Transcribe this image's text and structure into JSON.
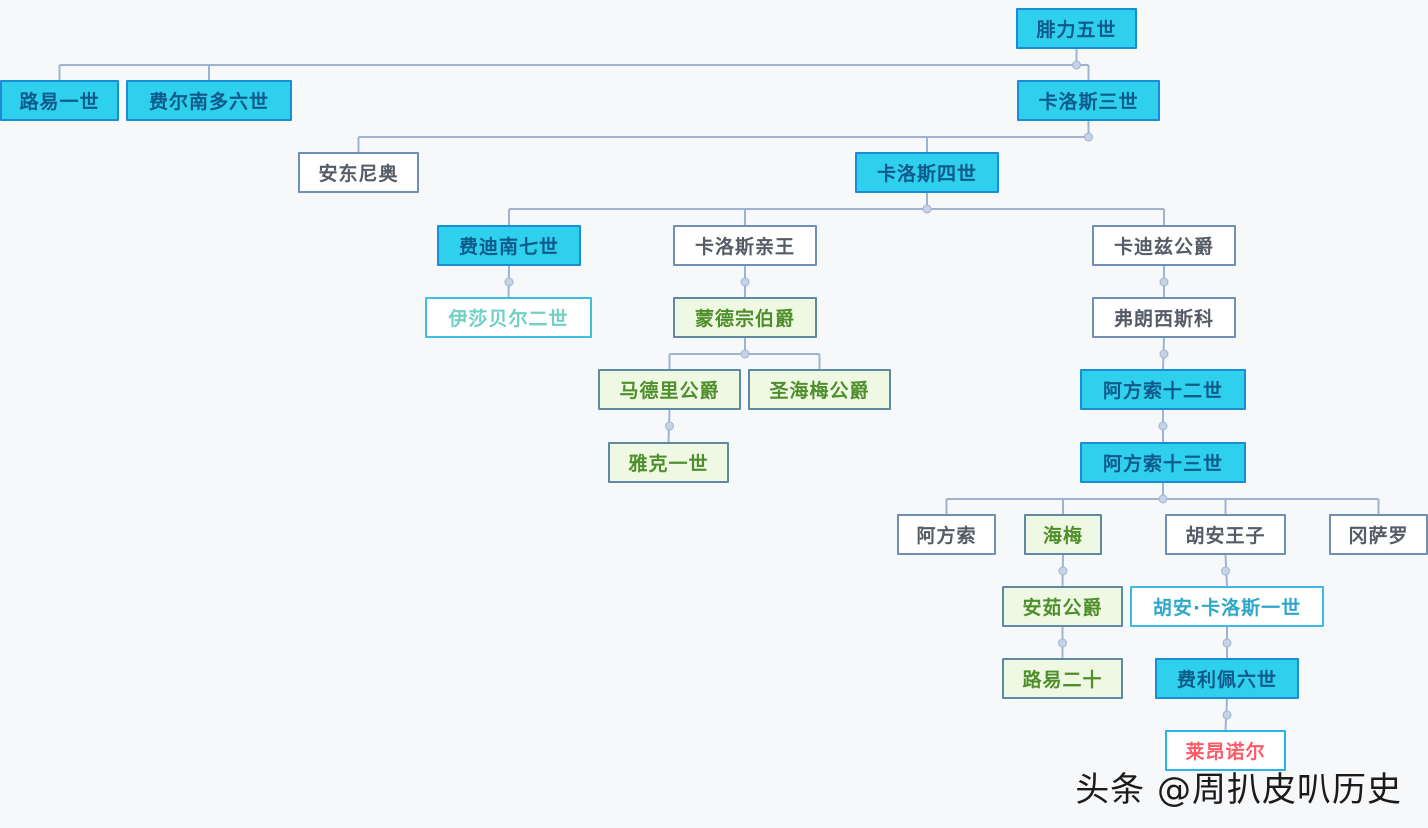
{
  "nodes": [
    {
      "id": "n1",
      "label": "腓力五世",
      "style": "king"
    },
    {
      "id": "n2",
      "label": "路易一世",
      "style": "king"
    },
    {
      "id": "n3",
      "label": "费尔南多六世",
      "style": "king"
    },
    {
      "id": "n4",
      "label": "卡洛斯三世",
      "style": "king"
    },
    {
      "id": "n5",
      "label": "安东尼奥",
      "style": "plain"
    },
    {
      "id": "n6",
      "label": "卡洛斯四世",
      "style": "king"
    },
    {
      "id": "n7",
      "label": "费迪南七世",
      "style": "king"
    },
    {
      "id": "n8",
      "label": "卡洛斯亲王",
      "style": "plain"
    },
    {
      "id": "n9",
      "label": "卡迪兹公爵",
      "style": "plain"
    },
    {
      "id": "n10",
      "label": "伊莎贝尔二世",
      "style": "pale"
    },
    {
      "id": "n11",
      "label": "蒙德宗伯爵",
      "style": "green"
    },
    {
      "id": "n12",
      "label": "弗朗西斯科",
      "style": "plain"
    },
    {
      "id": "n13",
      "label": "马德里公爵",
      "style": "green"
    },
    {
      "id": "n14",
      "label": "圣海梅公爵",
      "style": "green"
    },
    {
      "id": "n15",
      "label": "阿方索十二世",
      "style": "king"
    },
    {
      "id": "n16",
      "label": "雅克一世",
      "style": "green"
    },
    {
      "id": "n17",
      "label": "阿方索十三世",
      "style": "king"
    },
    {
      "id": "n18",
      "label": "阿方索",
      "style": "plain"
    },
    {
      "id": "n19",
      "label": "海梅",
      "style": "green"
    },
    {
      "id": "n20",
      "label": "胡安王子",
      "style": "plain"
    },
    {
      "id": "n21",
      "label": "冈萨罗",
      "style": "plain"
    },
    {
      "id": "n22",
      "label": "安茹公爵",
      "style": "green"
    },
    {
      "id": "n23",
      "label": "胡安·卡洛斯一世",
      "style": "queen"
    },
    {
      "id": "n24",
      "label": "路易二十",
      "style": "green"
    },
    {
      "id": "n25",
      "label": "费利佩六世",
      "style": "king"
    },
    {
      "id": "n26",
      "label": "莱昂诺尔",
      "style": "fuchsia"
    }
  ],
  "edges": [
    {
      "from": "n1",
      "to": [
        "n2",
        "n3",
        "n4"
      ]
    },
    {
      "from": "n4",
      "to": [
        "n5",
        "n6"
      ]
    },
    {
      "from": "n6",
      "to": [
        "n7",
        "n8",
        "n9"
      ]
    },
    {
      "from": "n7",
      "to": [
        "n10"
      ]
    },
    {
      "from": "n8",
      "to": [
        "n11"
      ]
    },
    {
      "from": "n9",
      "to": [
        "n12"
      ]
    },
    {
      "from": "n11",
      "to": [
        "n13",
        "n14"
      ]
    },
    {
      "from": "n12",
      "to": [
        "n15"
      ]
    },
    {
      "from": "n13",
      "to": [
        "n16"
      ]
    },
    {
      "from": "n15",
      "to": [
        "n17"
      ]
    },
    {
      "from": "n17",
      "to": [
        "n18",
        "n19",
        "n20",
        "n21"
      ]
    },
    {
      "from": "n19",
      "to": [
        "n22"
      ]
    },
    {
      "from": "n20",
      "to": [
        "n23"
      ]
    },
    {
      "from": "n22",
      "to": [
        "n24"
      ]
    },
    {
      "from": "n23",
      "to": [
        "n25"
      ]
    },
    {
      "from": "n25",
      "to": [
        "n26"
      ]
    }
  ],
  "colors": {
    "line": "#9fb3d1",
    "connector_dot": "#c6d3e6"
  },
  "watermark": "头条 @周扒皮叭历史"
}
